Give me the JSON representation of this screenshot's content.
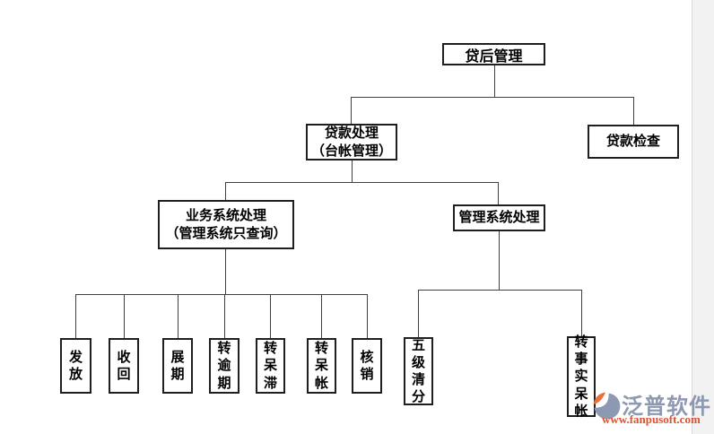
{
  "diagram": {
    "root": {
      "label": "贷后管理"
    },
    "loan_processing": {
      "line1": "贷款处理",
      "line2": "（台帐管理）"
    },
    "loan_inspection": {
      "label": "贷款检查"
    },
    "business_system": {
      "line1": "业务系统处理",
      "line2": "（管理系统只查询）"
    },
    "management_system": {
      "label": "管理系统处理"
    },
    "leaves_left": [
      {
        "label": "发放"
      },
      {
        "label": "收回"
      },
      {
        "label": "展期"
      },
      {
        "label": "转逾期"
      },
      {
        "label": "转呆滞"
      },
      {
        "label": "转呆帐"
      },
      {
        "label": "核销"
      }
    ],
    "leaves_right": [
      {
        "label": "五级清分"
      },
      {
        "label": "转事实呆帐"
      }
    ]
  },
  "watermark": {
    "brand": "泛普软件",
    "url": "www.fanpusoft.com",
    "brand_color": "#8d99b2",
    "url_color": "#e0512f",
    "icon": "fanpu-logo-icon"
  },
  "colors": {
    "background": "#ffffff",
    "box_border": "#1f1f1f",
    "connector_line": "#3f3f3f",
    "text": "#000000",
    "right_strip": "#f2f2f2"
  }
}
